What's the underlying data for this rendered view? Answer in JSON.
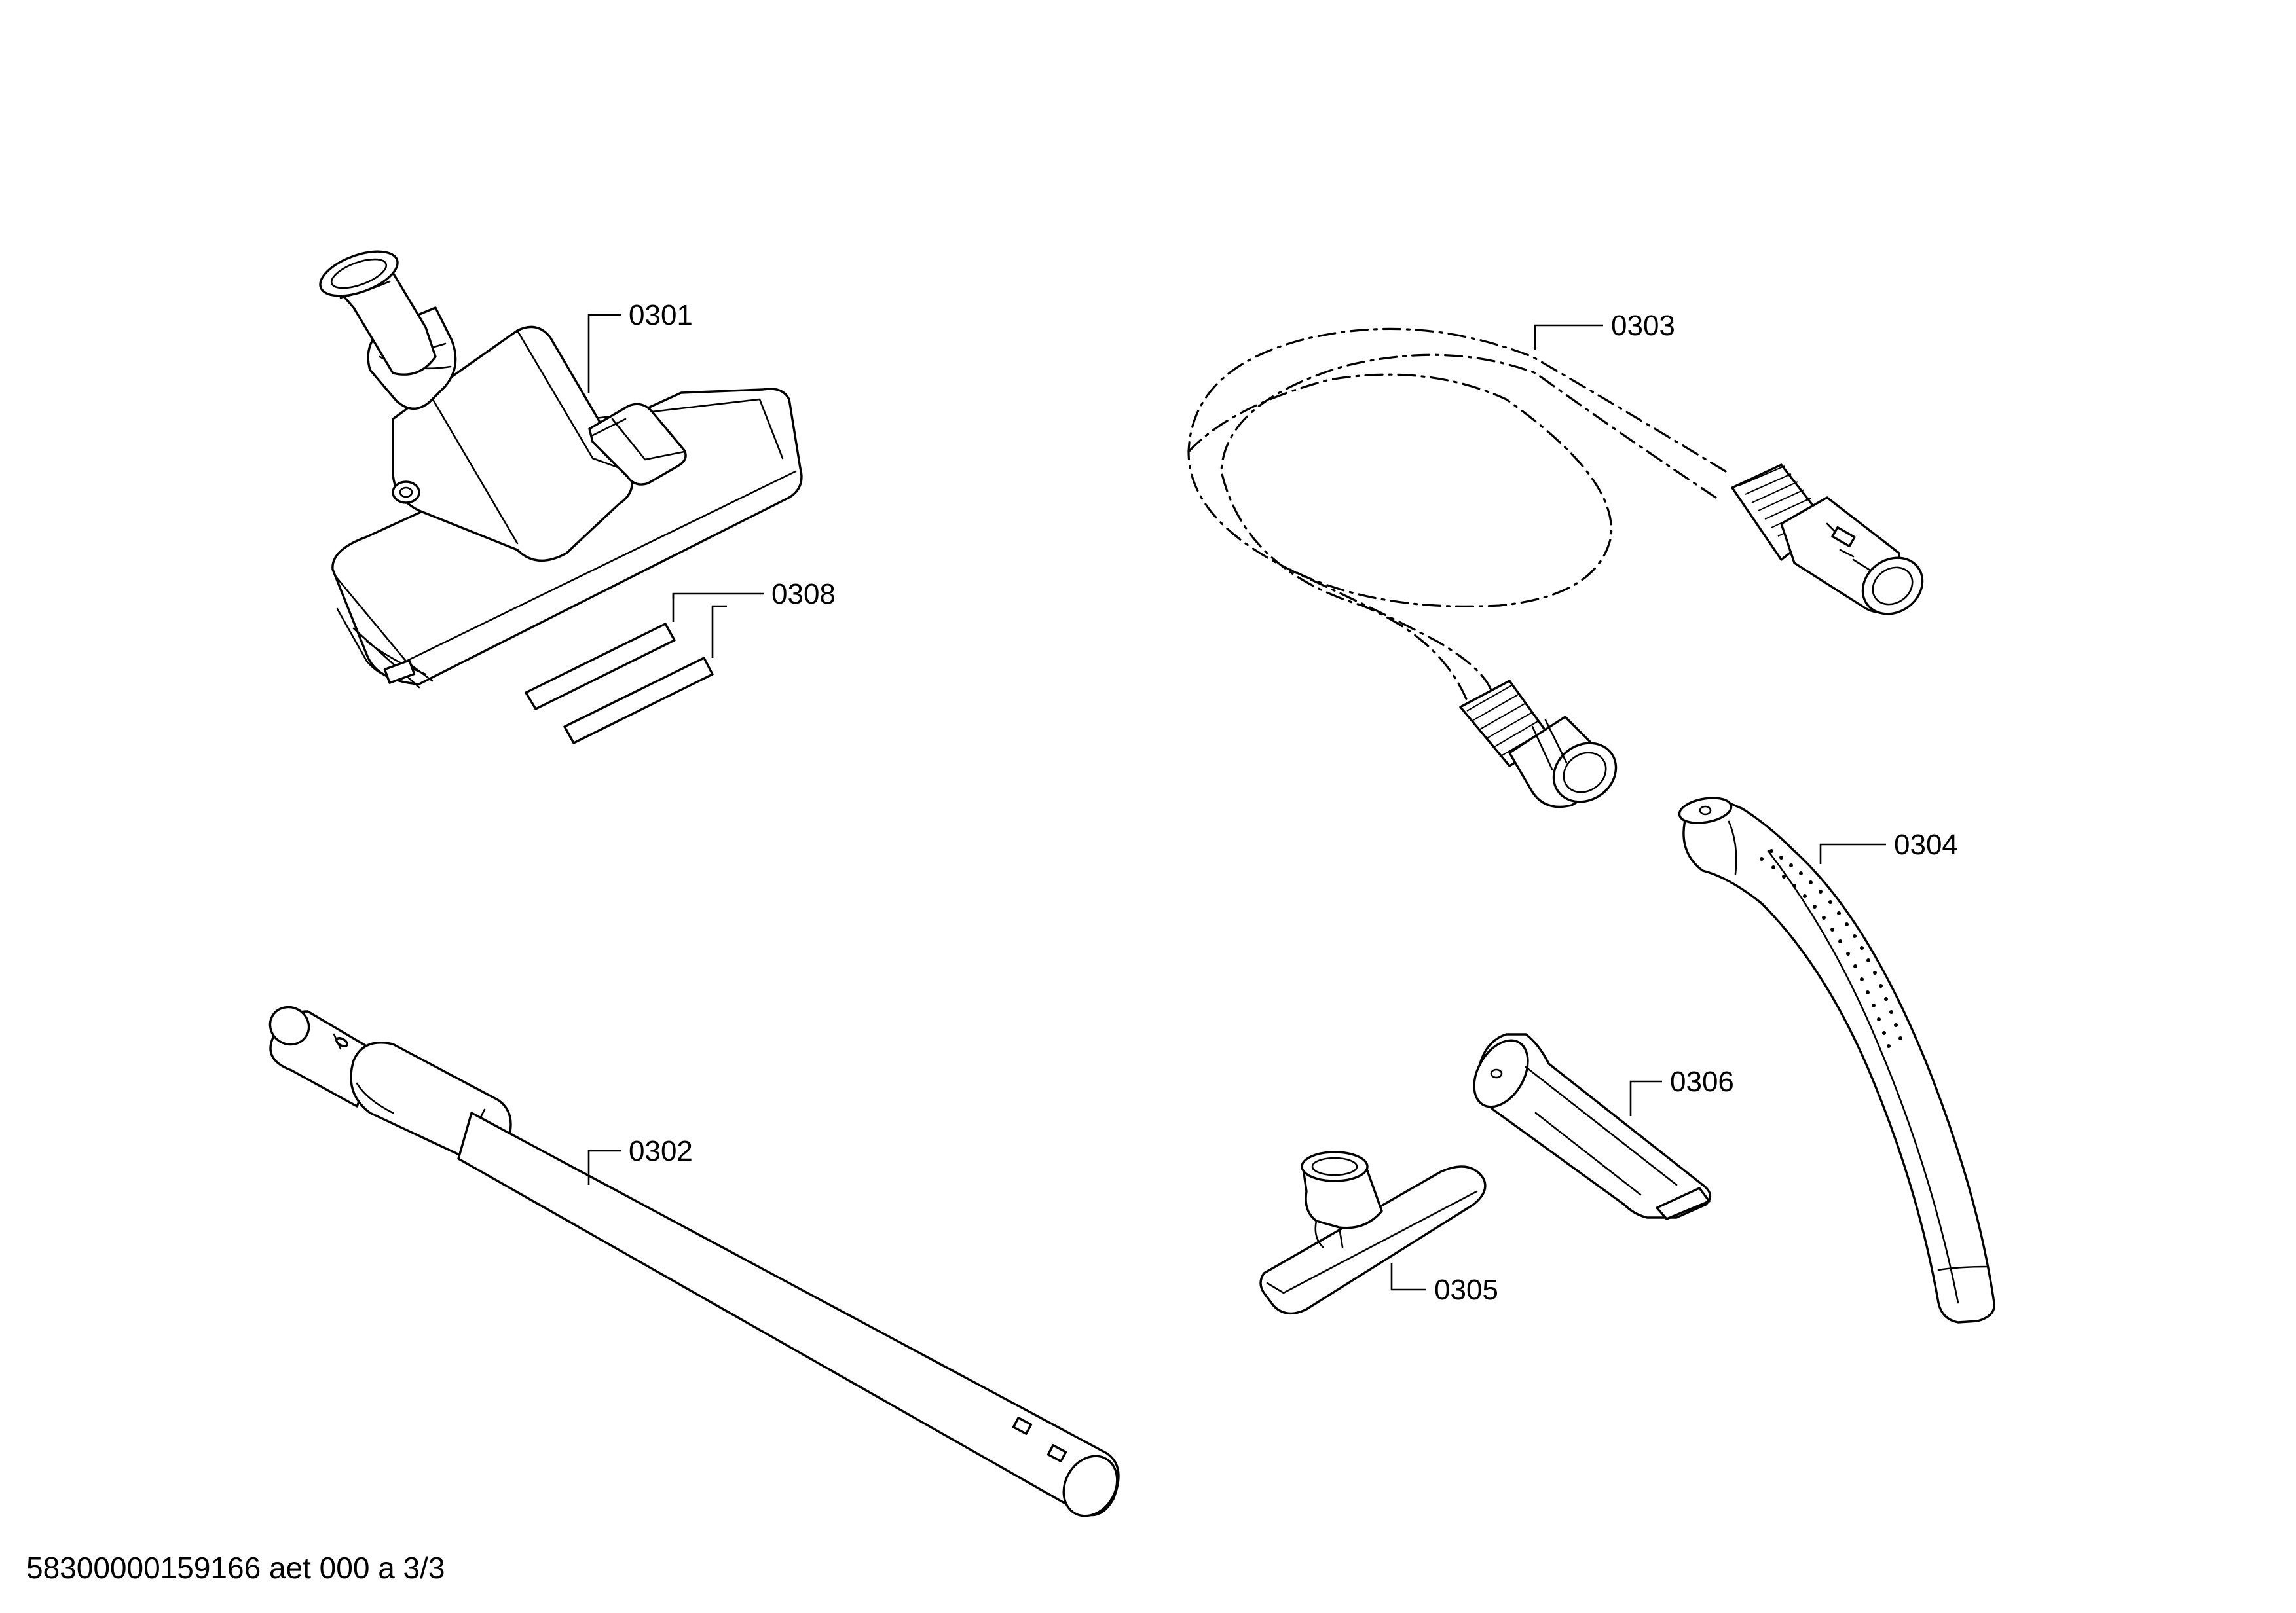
{
  "callouts": {
    "p0301": "0301",
    "p0302": "0302",
    "p0303": "0303",
    "p0304": "0304",
    "p0305": "0305",
    "p0306": "0306",
    "p0308": "0308"
  },
  "footer": {
    "doc_id": "58300000159166 aet 000 a 3/3"
  },
  "colors": {
    "line": "#000000",
    "background": "#ffffff"
  }
}
